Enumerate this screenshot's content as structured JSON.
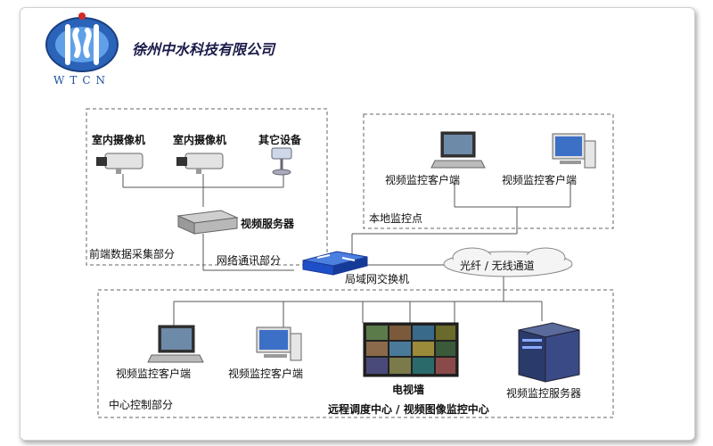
{
  "header": {
    "company_name": "徐州中水科技有限公司",
    "logo_letters": "WTCN"
  },
  "front_end": {
    "camera1_label": "室内摄像机",
    "camera2_label": "室内摄像机",
    "other_device_label": "其它设备",
    "video_server_label": "视频服务器",
    "zone_label": "前端数据采集部分"
  },
  "local": {
    "client1_label": "视频监控客户端",
    "client2_label": "视频监控客户端",
    "zone_label": "本地监控点"
  },
  "network": {
    "zone_label": "网络通讯部分",
    "switch_label": "局域网交换机",
    "cloud_label": "光纤 / 无线通道"
  },
  "center": {
    "client1_label": "视频监控客户端",
    "client2_label": "视频监控客户端",
    "tv_wall_label": "电视墙",
    "server_label": "视频监控服务器",
    "zone_label": "中心控制部分",
    "center_label": "远程调度中心 / 视频图像监控中心"
  },
  "colors": {
    "line": "#555555",
    "switch_blue": "#1f4fc8",
    "logo_blue": "#1d4f9e"
  }
}
